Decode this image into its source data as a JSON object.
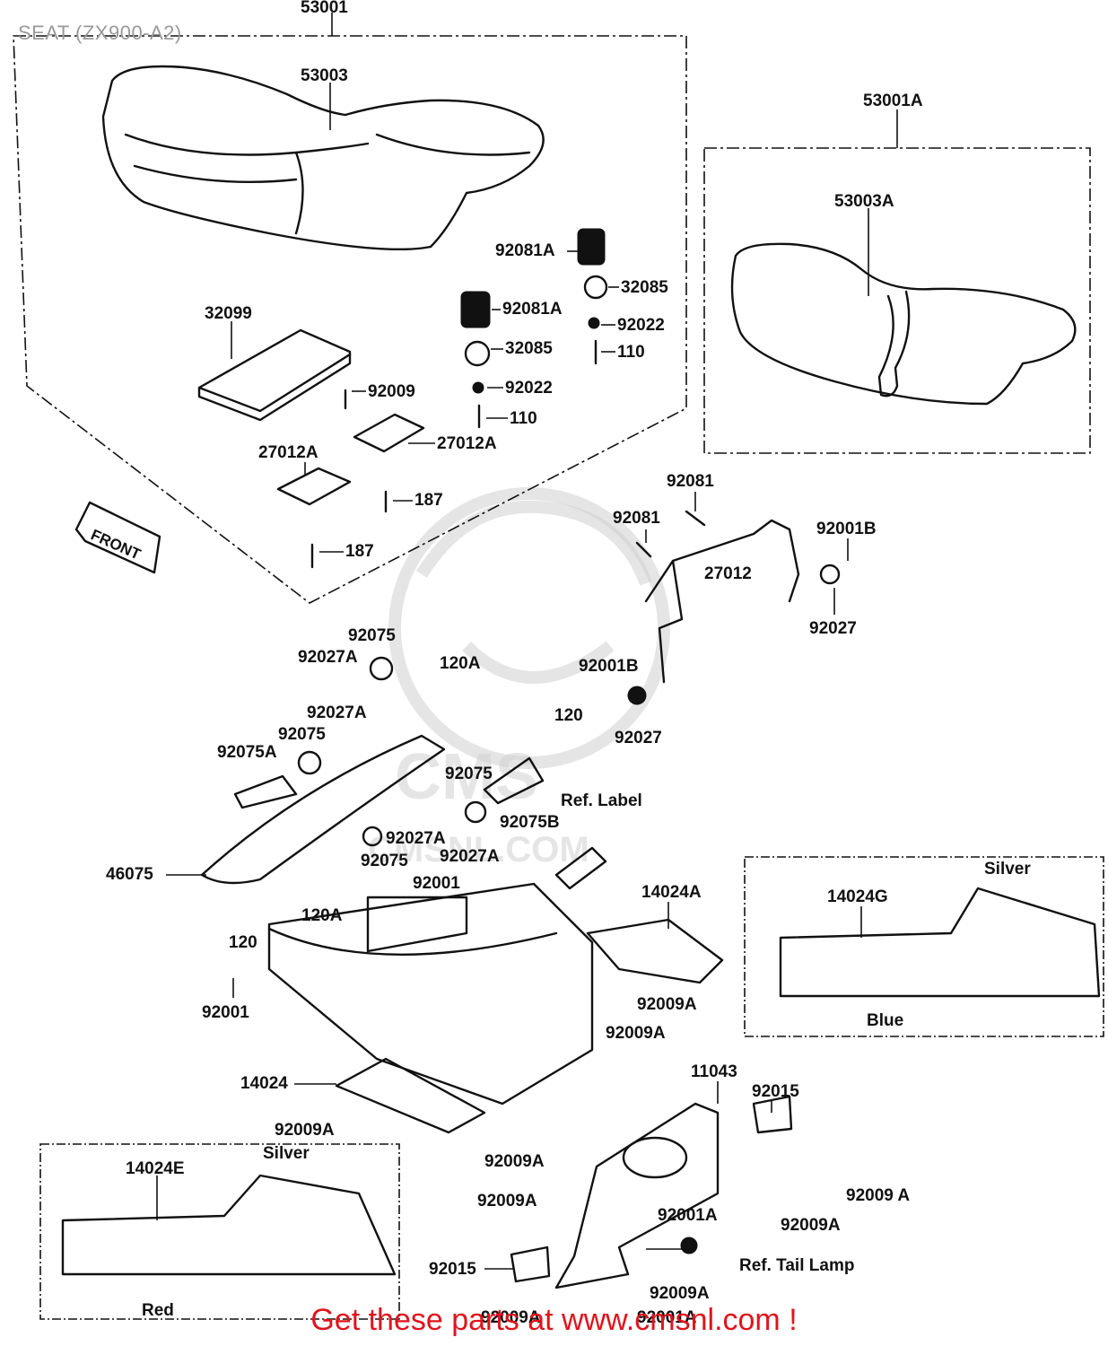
{
  "title": "SEAT (ZX900-A2)",
  "footer": "Get these parts at www.cmsnl.com !",
  "watermark_text": "CMSNL.COM",
  "watermark_logo": "CMS",
  "colors": {
    "ink": "#111111",
    "footer": "#e0141c",
    "title": "#9a9a9a",
    "watermark": "#cfcfcf"
  },
  "direction_arrow": "FRONT",
  "labels": {
    "p53001": "53001",
    "p53003": "53003",
    "p53001A": "53001A",
    "p53003A": "53003A",
    "p92081A_1": "92081A",
    "p32085_1": "32085",
    "p92081A_2": "92081A",
    "p92022_1": "92022",
    "p110_1": "110",
    "p32099": "32099",
    "p32085_2": "32085",
    "p92009": "92009",
    "p92022_2": "92022",
    "p110_2": "110",
    "p27012A_1": "27012A",
    "p27012A_2": "27012A",
    "p187_1": "187",
    "p187_2": "187",
    "p92081_1": "92081",
    "p92081_2": "92081",
    "p92001B_1": "92001B",
    "p27012": "27012",
    "p92027_1": "92027",
    "p92075_1": "92075",
    "p92027A_1": "92027A",
    "p120A_1": "120A",
    "p92001B_2": "92001B",
    "p120_1": "120",
    "p92027_2": "92027",
    "p92027A_2": "92027A",
    "p92075_2": "92075",
    "p92075A": "92075A",
    "p92075_3": "92075",
    "p92075B": "92075B",
    "pRefLabel": "Ref. Label",
    "p92027A_3": "92027A",
    "p92027A_4": "92027A",
    "p92075_4": "92075",
    "p92001_1": "92001",
    "p46075": "46075",
    "p14024A": "14024A",
    "p120A_2": "120A",
    "p120_2": "120",
    "p92009A_1": "92009A",
    "p92009A_2": "92009A",
    "p92001_2": "92001",
    "p14024G": "14024G",
    "pSilver1": "Silver",
    "pBlue": "Blue",
    "p14024": "14024",
    "p11043": "11043",
    "p92015_1": "92015",
    "p92009A_3": "92009A",
    "p14024E": "14024E",
    "pSilver2": "Silver",
    "p92009A_4": "92009A",
    "p92009A_5": "92009A",
    "p92009A_6": "92009 A",
    "p92001A_1": "92001A",
    "p92009A_7": "92009A",
    "pRefTailLamp": "Ref. Tail Lamp",
    "p92015_2": "92015",
    "p92009A_8": "92009A",
    "pRed": "Red",
    "p92009A_9": "92009A",
    "p92001A_2": "92001A"
  }
}
